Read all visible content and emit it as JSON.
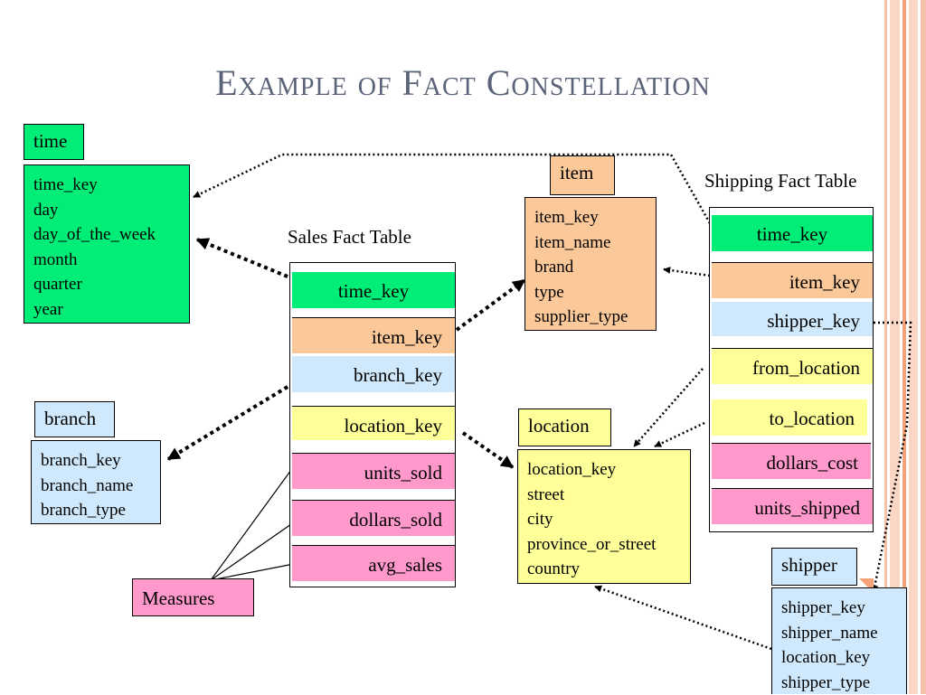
{
  "slide": {
    "title": "Example of Fact Constellation",
    "colors": {
      "time": "#00ee77",
      "item": "#fbc89a",
      "branch": "#cfe8fb",
      "location": "#ffff99",
      "measure": "#ff99cc",
      "title": "#5a6378"
    }
  },
  "dimensions": {
    "time": {
      "label": "time",
      "attributes": [
        "time_key",
        "day",
        "day_of_the_week",
        "month",
        "quarter",
        "year"
      ]
    },
    "item": {
      "label": "item",
      "attributes": [
        "item_key",
        "item_name",
        "brand",
        "type",
        "supplier_type"
      ]
    },
    "branch": {
      "label": "branch",
      "attributes": [
        "branch_key",
        "branch_name",
        "branch_type"
      ]
    },
    "location": {
      "label": "location",
      "attributes": [
        "location_key",
        "street",
        "city",
        "province_or_street",
        "country"
      ]
    },
    "shipper": {
      "label": "shipper",
      "attributes": [
        "shipper_key",
        "shipper_name",
        "location_key",
        "shipper_type"
      ]
    }
  },
  "sales_fact": {
    "caption": "Sales Fact Table",
    "fields": [
      "time_key",
      "item_key",
      "branch_key",
      "location_key",
      "units_sold",
      "dollars_sold",
      "avg_sales"
    ]
  },
  "shipping_fact": {
    "caption": "Shipping Fact Table",
    "fields": [
      "time_key",
      "item_key",
      "shipper_key",
      "from_location",
      "to_location",
      "dollars_cost",
      "units_shipped"
    ]
  },
  "measures_label": "Measures"
}
